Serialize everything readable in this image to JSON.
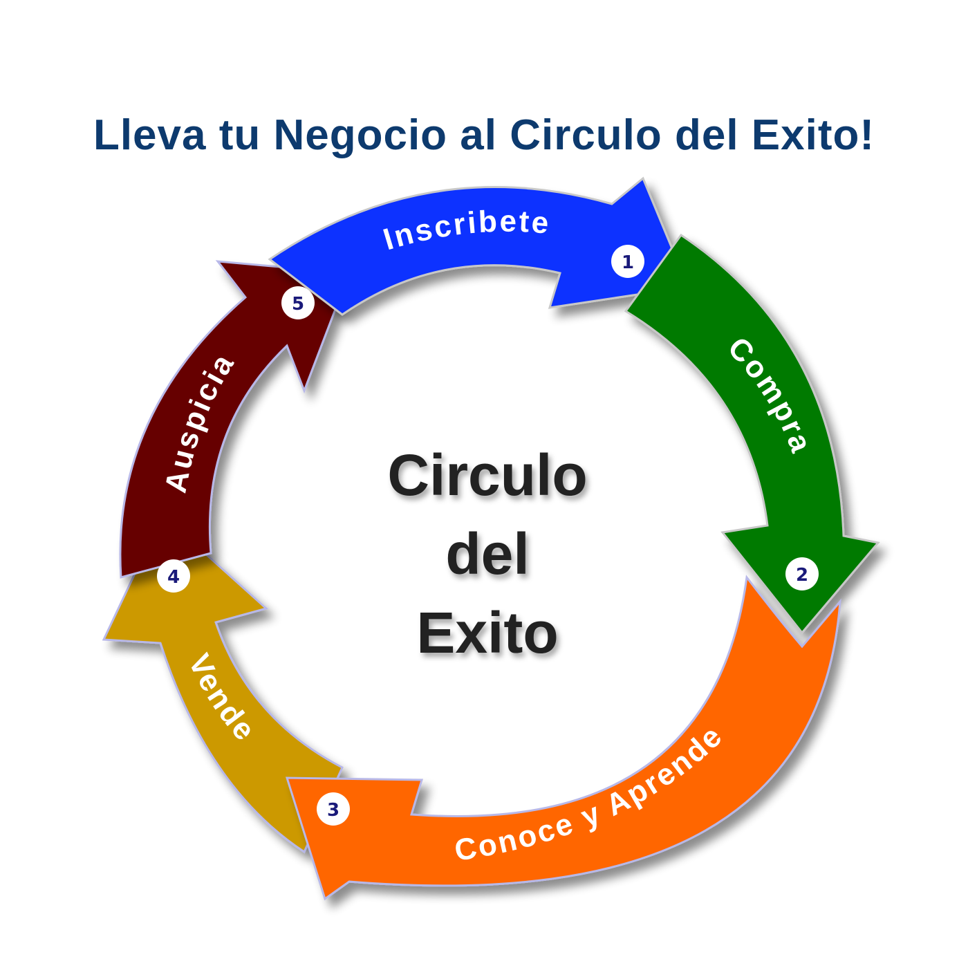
{
  "title": "Lleva tu Negocio al Circulo del Exito!",
  "center": {
    "line1": "Circulo",
    "line2": "del",
    "line3": "Exito"
  },
  "steps": [
    {
      "number": "1",
      "label": "Inscribete",
      "color": "#0a32ff"
    },
    {
      "number": "2",
      "label": "Compra",
      "color": "#057a05"
    },
    {
      "number": "3",
      "label": "Conoce y Aprende",
      "color": "#ff6600"
    },
    {
      "number": "4",
      "label": "Vende",
      "color": "#cc9900"
    },
    {
      "number": "5",
      "label": "Auspicia",
      "color": "#660000"
    }
  ],
  "colors": {
    "title": "#0d3a6e",
    "center_text": "#222222",
    "badge_fill": "#ffffff",
    "badge_text": "#1a1a7a"
  }
}
